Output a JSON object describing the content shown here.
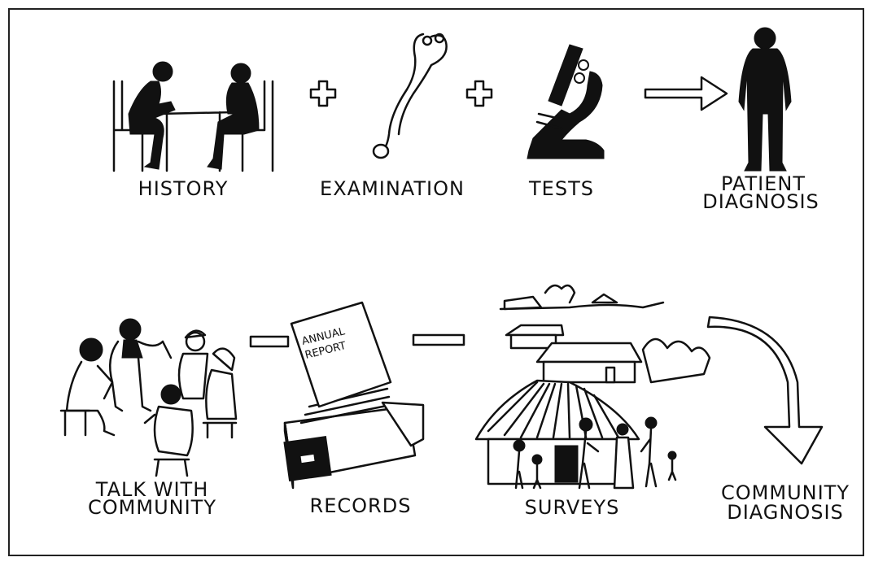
{
  "patient_row": {
    "labels": {
      "history": "HISTORY",
      "examination": "EXAMINATION",
      "tests": "TESTS",
      "patient_diagnosis_line1": "PATIENT",
      "patient_diagnosis_line2": "DIAGNOSIS"
    }
  },
  "community_row": {
    "labels": {
      "talk_line1": "TALK WITH",
      "talk_line2": "COMMUNITY",
      "records": "RECORDS",
      "surveys": "SURVEYS",
      "community_diagnosis_line1": "COMMUNITY",
      "community_diagnosis_line2": "DIAGNOSIS"
    },
    "report_text_line1": "ANNUAL",
    "report_text_line2": "REPORT"
  }
}
